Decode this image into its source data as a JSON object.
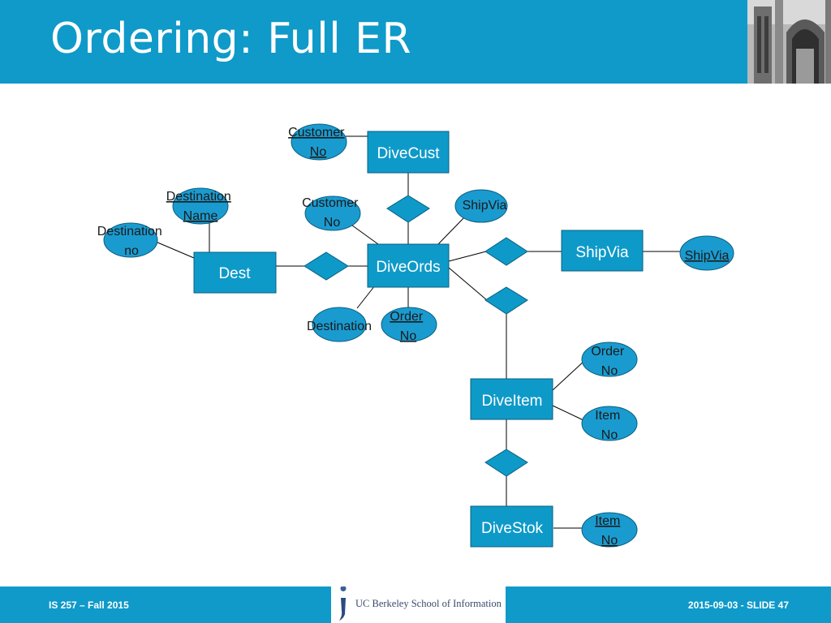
{
  "slide": {
    "title": "Ordering: Full ER",
    "footer_left": "IS 257 – Fall 2015",
    "footer_right": "2015-09-03 - SLIDE 47",
    "logo_text": "UC Berkeley School of Information"
  },
  "colors": {
    "header": "#0f9ac9",
    "entity_fill": "#0e9ac9",
    "attribute_fill": "#1a9bd0",
    "relationship_fill": "#0e9ac9",
    "line": "#000000"
  },
  "diagram": {
    "entities": {
      "divecust": "DiveCust",
      "diveords": "DiveOrds",
      "dest": "Dest",
      "shipvia": "ShipVia",
      "diveitem": "DiveItem",
      "divestok": "DiveStok"
    },
    "attributes": {
      "cust_customer_no": [
        "Customer",
        "No"
      ],
      "ords_customer_no": [
        "Customer",
        "No"
      ],
      "ords_shipvia": [
        "ShipVia"
      ],
      "ords_destination": [
        "Destination"
      ],
      "ords_order_no": [
        "Order",
        "No"
      ],
      "dest_destination_name": [
        "Destination",
        "Name"
      ],
      "dest_destination_no": [
        "Destination",
        "no"
      ],
      "shipvia_shipvia": [
        "ShipVia"
      ],
      "item_order_no": [
        "Order",
        "No"
      ],
      "item_item_no": [
        "Item",
        "No"
      ],
      "stok_item_no": [
        "Item",
        "No"
      ]
    }
  }
}
